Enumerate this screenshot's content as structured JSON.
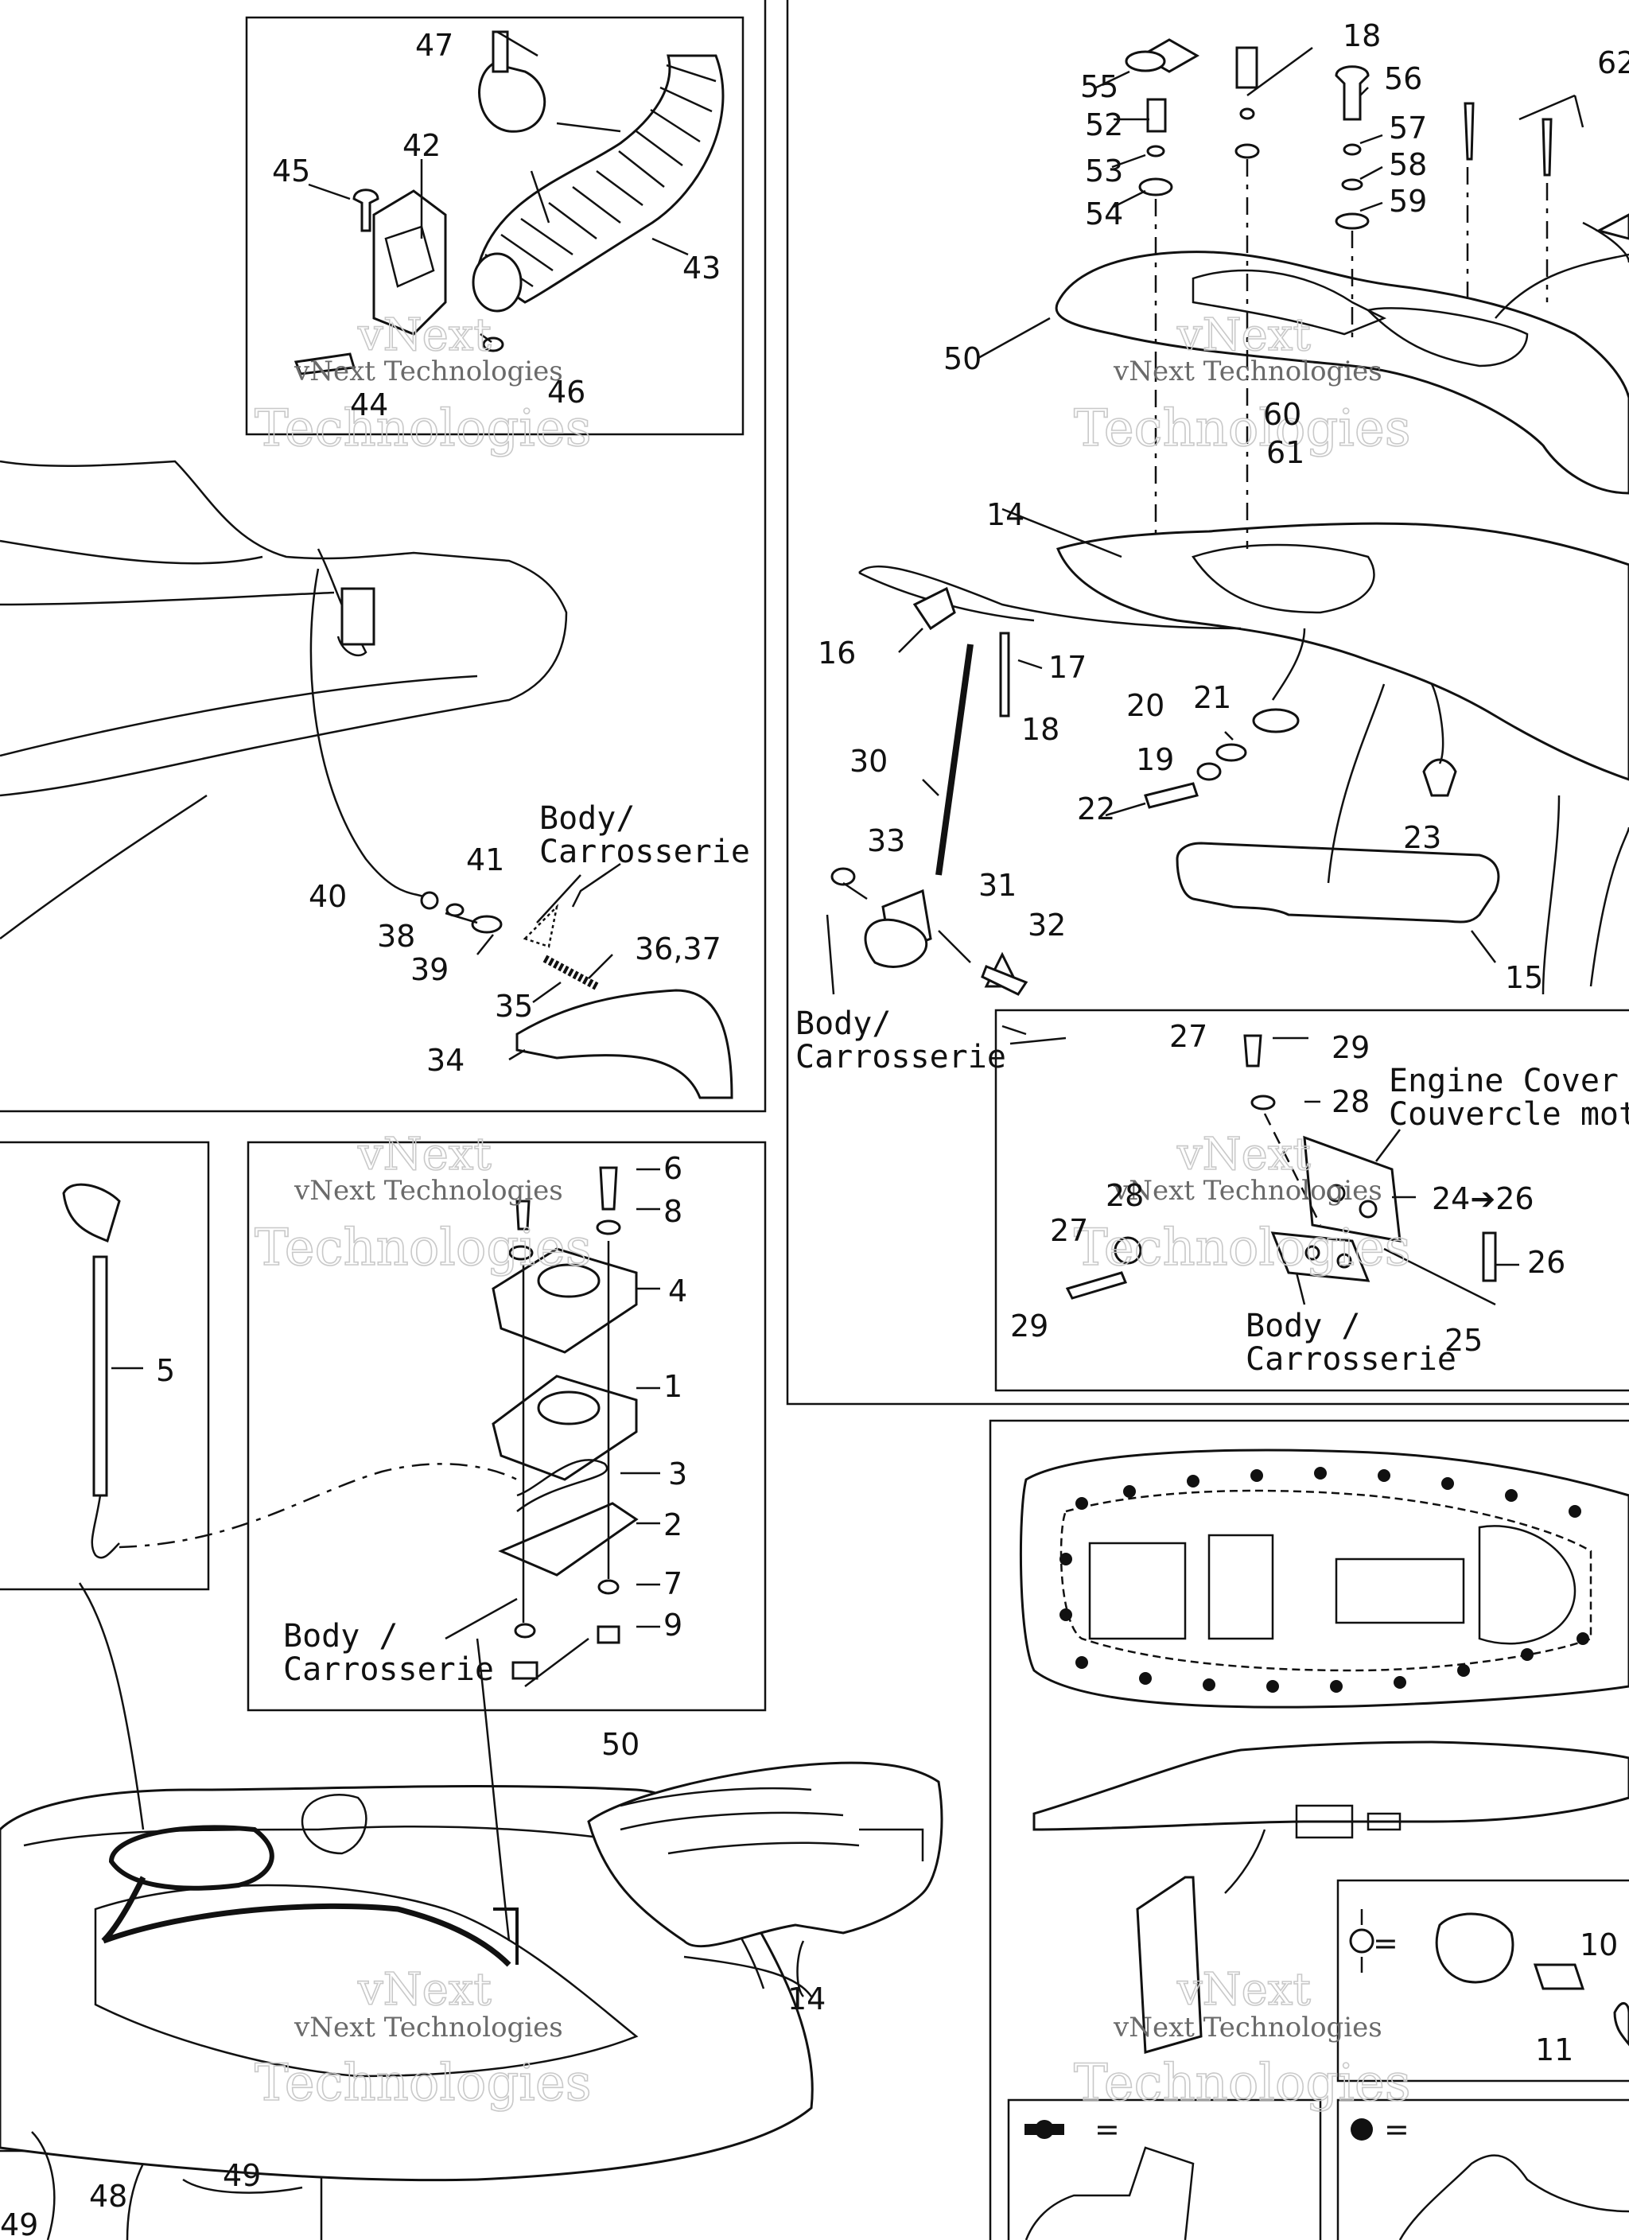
{
  "watermark": {
    "line1": "vNext Technologies",
    "line2": "vNext",
    "line3": "Technologies"
  },
  "callouts": {
    "c47": "47",
    "c42": "42",
    "c45": "45",
    "c43": "43",
    "c44": "44",
    "c46": "46",
    "c41": "41",
    "c40": "40",
    "c38": "38",
    "c39": "39",
    "c35": "35",
    "c36_37": "36,37",
    "c34": "34",
    "c55": "55",
    "c18a": "18",
    "c56": "56",
    "c62": "62",
    "c52": "52",
    "c57": "57",
    "c53": "53",
    "c58": "58",
    "c54": "54",
    "c59": "59",
    "c50a": "50",
    "c60": "60",
    "c61": "61",
    "c14a": "14",
    "c16": "16",
    "c17": "17",
    "c18b": "18",
    "c20": "20",
    "c21": "21",
    "c19": "19",
    "c30": "30",
    "c22": "22",
    "c23": "23",
    "c33": "33",
    "c31": "31",
    "c32": "32",
    "c15": "15",
    "c27a": "27",
    "c29a": "29",
    "c28a": "28",
    "c28b": "28",
    "c24_26": "24➔26",
    "c27b": "27",
    "c26": "26",
    "c29b": "29",
    "c25": "25",
    "c5": "5",
    "c6": "6",
    "c8": "8",
    "c4": "4",
    "c1": "1",
    "c3": "3",
    "c2": "2",
    "c7": "7",
    "c9": "9",
    "c50b": "50",
    "c14b": "14",
    "c10": "10",
    "c11": "11",
    "c49a": "49",
    "c48": "48",
    "c49b": "49"
  },
  "labels": {
    "body_top_l1": "Body/",
    "body_top_l2": "Carrosserie",
    "body_mid_l1": "Body/",
    "body_mid_l2": "Carrosserie",
    "engine_cover_l1": "Engine Cover /",
    "engine_cover_l2": "Couvercle mote",
    "body_hinge_l1": "Body /",
    "body_hinge_l2": "Carrosserie",
    "body_mount_l1": "Body /",
    "body_mount_l2": "Carrosserie",
    "legend_eq1": "=",
    "legend_eq2": "=",
    "legend_eq3": "="
  }
}
